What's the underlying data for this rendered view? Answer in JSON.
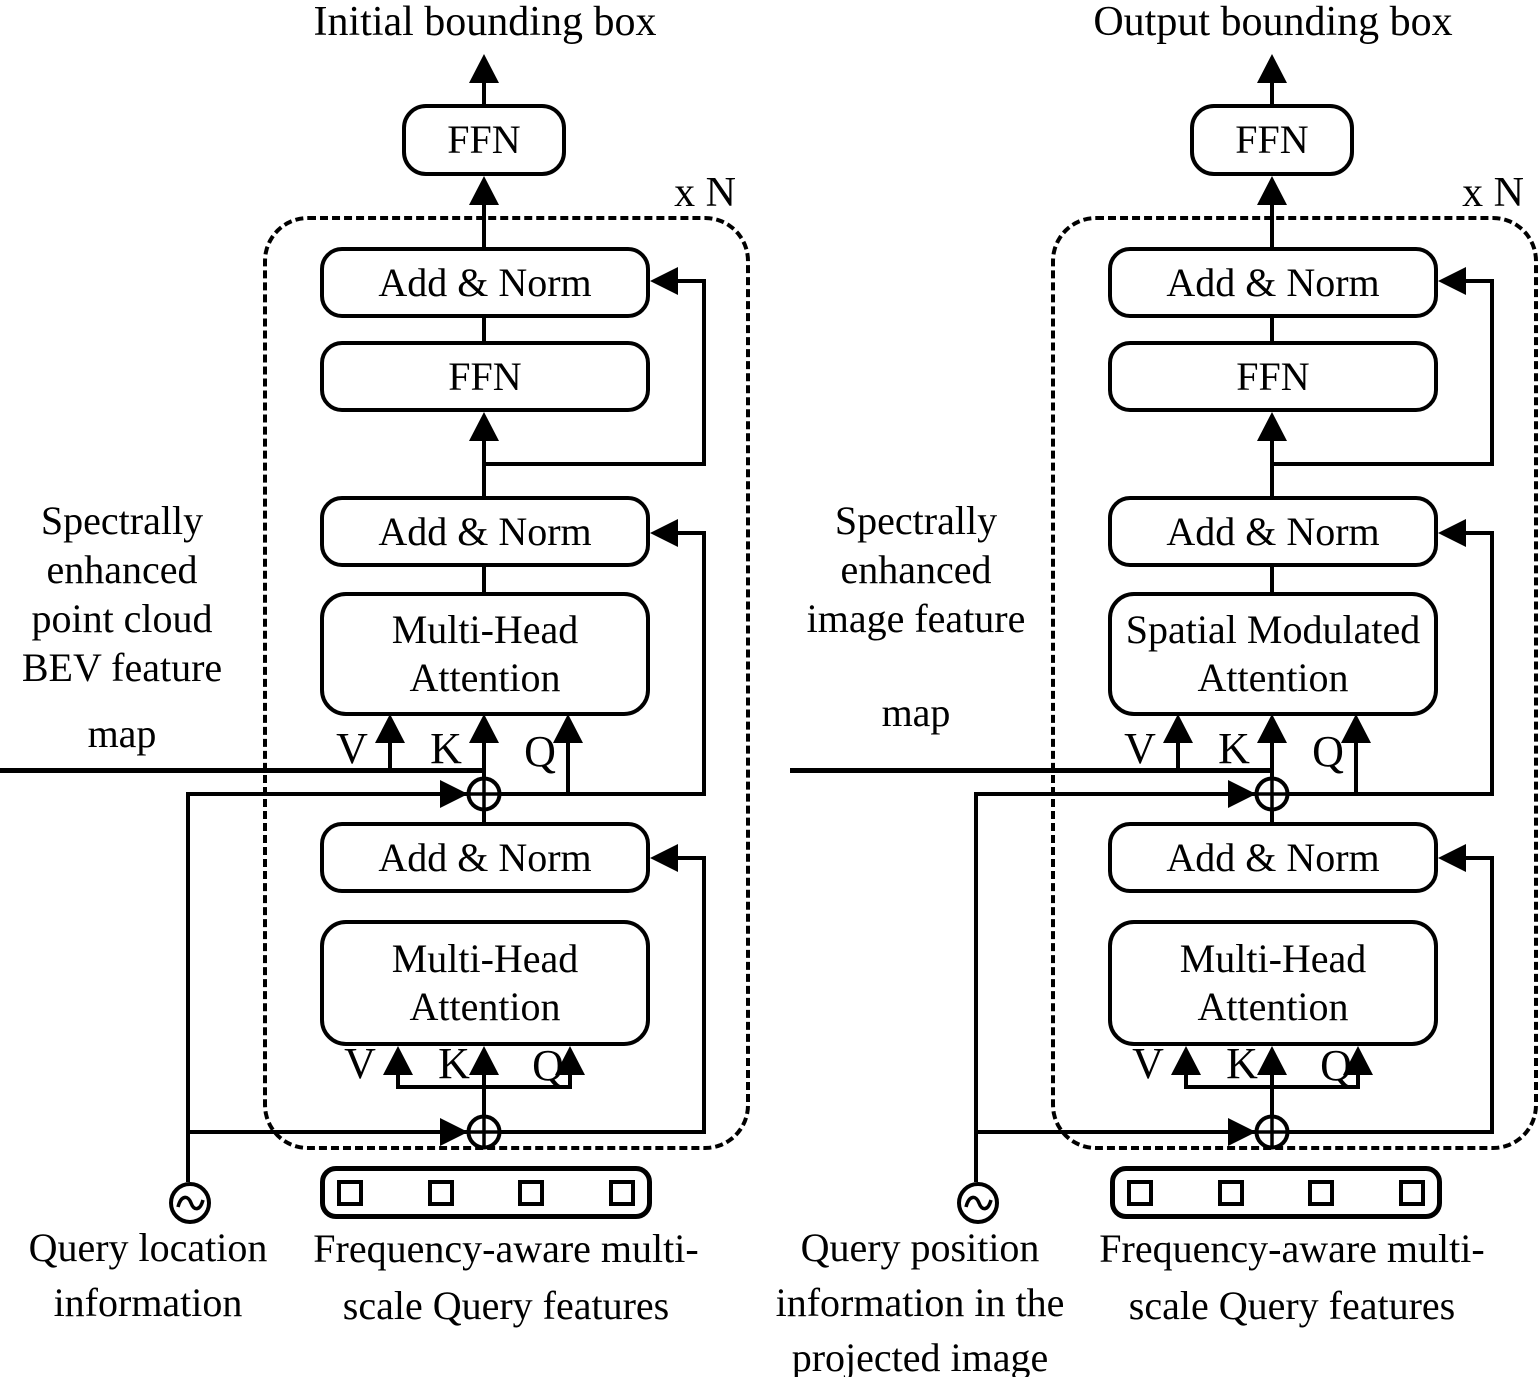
{
  "figure": {
    "colors": {
      "ink": "#000000",
      "background": "#ffffff"
    },
    "columns": [
      {
        "title": "Initial bounding box",
        "repeat_label": "x N",
        "ffn_output_label": "FFN",
        "add_norm_label": "Add & Norm",
        "ffn_label": "FFN",
        "cross_attention_line1": "Multi-Head",
        "cross_attention_line2": "Attention",
        "self_attention_line1": "Multi-Head",
        "self_attention_line2": "Attention",
        "value_label": "V",
        "key_label": "K",
        "query_label": "Q",
        "feature_map_label": "Spectrally\nenhanced\npoint cloud\nBEV feature",
        "feature_map_label_tail": "map",
        "position_source_label": "Query location\ninformation",
        "query_features_label": "Frequency-aware multi-\nscale Query features"
      },
      {
        "title": "Output bounding box",
        "repeat_label": "x N",
        "ffn_output_label": "FFN",
        "add_norm_label": "Add & Norm",
        "ffn_label": "FFN",
        "cross_attention_line1": "Spatial Modulated",
        "cross_attention_line2": "Attention",
        "self_attention_line1": "Multi-Head",
        "self_attention_line2": "Attention",
        "value_label": "V",
        "key_label": "K",
        "query_label": "Q",
        "feature_map_label": "Spectrally\nenhanced\nimage feature",
        "feature_map_label_tail": "map",
        "position_source_label": "Query position\ninformation in the\nprojected image",
        "query_features_label": "Frequency-aware multi-\nscale Query features"
      }
    ]
  }
}
